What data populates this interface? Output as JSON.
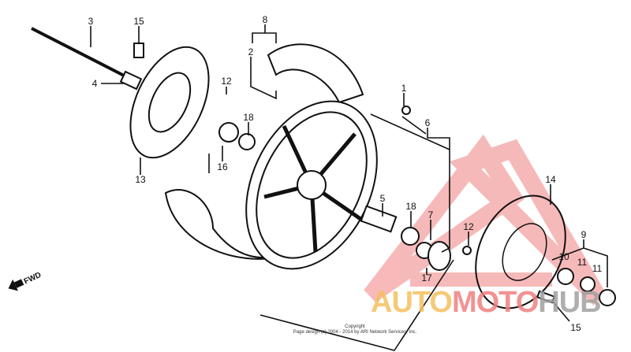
{
  "diagram": {
    "callouts": [
      "3",
      "15",
      "8",
      "2",
      "4",
      "12",
      "1",
      "6",
      "18",
      "16",
      "13",
      "5",
      "18",
      "7",
      "12",
      "14",
      "9",
      "10",
      "11",
      "11",
      "17",
      "15"
    ],
    "direction_label": "FWD"
  },
  "copyright": {
    "line1": "Copyright",
    "line2": "Page design (c) 2004 - 2014 by ARI Network Services, Inc."
  },
  "watermark": {
    "text_part1": "AUTO",
    "text_part2": "MOTO",
    "text_part3": "HUB",
    "colors": {
      "orange": "#f5c060",
      "red": "#f08080",
      "gray": "#a0a0a0"
    }
  }
}
